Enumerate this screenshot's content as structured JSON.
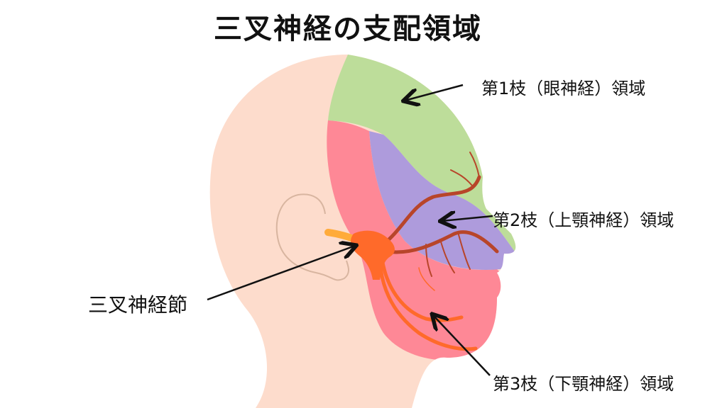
{
  "title": "三叉神経の支配領域",
  "labels": {
    "v1": "第1枝（眼神経）領域",
    "v2": "第2枝（上顎神経）領域",
    "v3": "第3枝（下顎神経）領域",
    "ganglion": "三叉神経節"
  },
  "colors": {
    "skin": "#fddccc",
    "v1_region": "#bddd9a",
    "v2_region": "#ae9bdc",
    "v3_region": "#fe8896",
    "ganglion": "#ff6a2a",
    "nerve_root": "#ffab3a",
    "nerve_branch": "#b8452a",
    "ear_outline": "#d8b5a0",
    "arrow": "#111111"
  }
}
